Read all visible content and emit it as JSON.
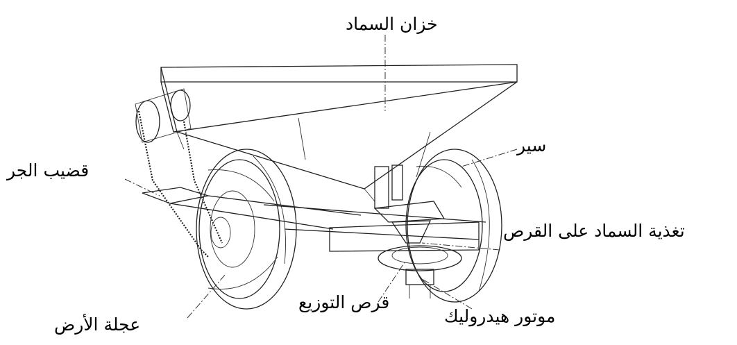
{
  "labels": {
    "hopper": "خزان السماد",
    "belt": "سير",
    "drawbar": "قضيب الجر",
    "disc_feed": "تغذية السماد على القرص",
    "spreading_disc": "قرص التوزيع",
    "hydraulic_motor": "موتور هيدروليك",
    "ground_wheel": "عجلة الأرض"
  }
}
